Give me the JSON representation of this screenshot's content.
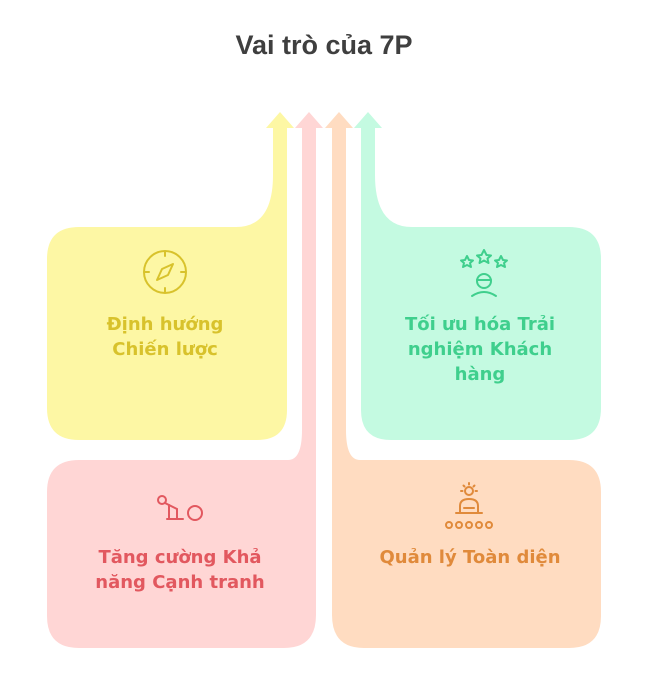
{
  "title": "Vai trò của 7P",
  "quadrants": [
    {
      "label": "Định hướng Chiến lược",
      "icon": "compass-icon",
      "fill": "#fdf7a4",
      "color": "#d8c22c"
    },
    {
      "label": "Tối ưu hóa Trải nghiệm Khách hàng",
      "icon": "customer-rating-icon",
      "fill": "#c4fae1",
      "color": "#3fcf8d"
    },
    {
      "label": "Tăng cường Khả năng Cạnh tranh",
      "icon": "push-effort-icon",
      "fill": "#ffd6d5",
      "color": "#e2585f"
    },
    {
      "label": "Quản lý Toàn diện",
      "icon": "leader-team-icon",
      "fill": "#ffdcc1",
      "color": "#e08a3b"
    }
  ]
}
